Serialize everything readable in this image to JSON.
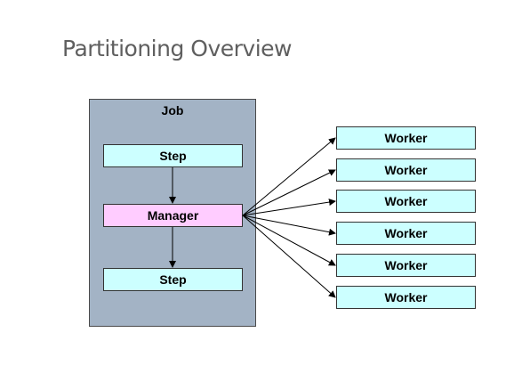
{
  "title": "Partitioning Overview",
  "job": {
    "label": "Job"
  },
  "steps": {
    "first": "Step",
    "manager": "Manager",
    "last": "Step"
  },
  "workers": [
    "Worker",
    "Worker",
    "Worker",
    "Worker",
    "Worker",
    "Worker"
  ],
  "colors": {
    "title": "#5f5f5f",
    "job_background": "#a3b3c5",
    "step_fill": "#ccffff",
    "manager_fill": "#ffccff",
    "worker_fill": "#ccffff",
    "line": "#000000"
  }
}
